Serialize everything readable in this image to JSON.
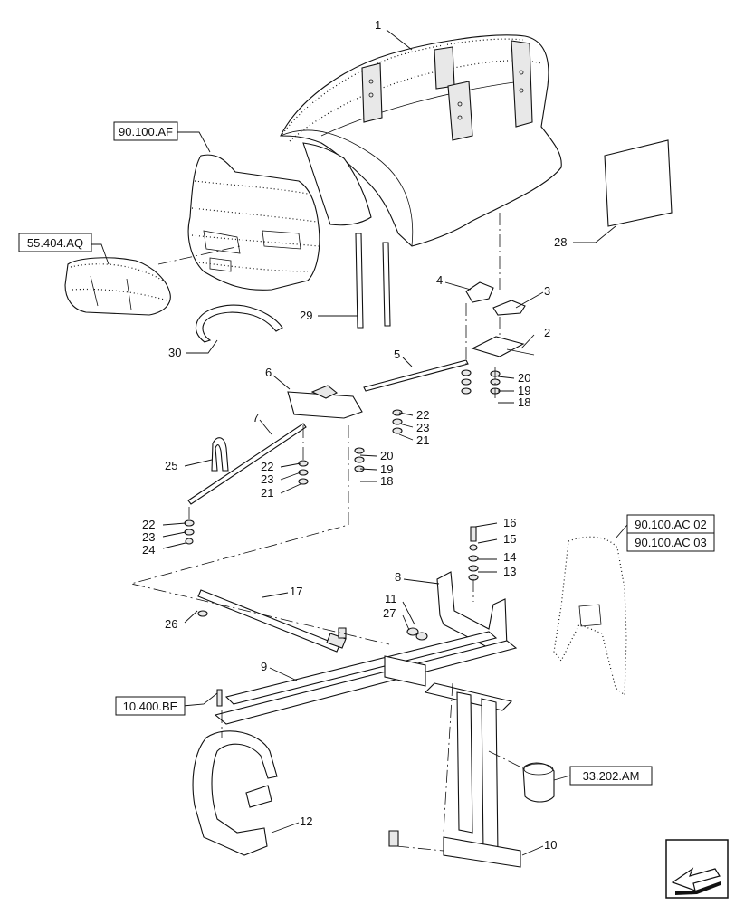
{
  "diagram": {
    "callouts": [
      {
        "id": "c1",
        "label": "1"
      },
      {
        "id": "c2",
        "label": "2"
      },
      {
        "id": "c3",
        "label": "3"
      },
      {
        "id": "c4",
        "label": "4"
      },
      {
        "id": "c5",
        "label": "5"
      },
      {
        "id": "c6",
        "label": "6"
      },
      {
        "id": "c7",
        "label": "7"
      },
      {
        "id": "c8",
        "label": "8"
      },
      {
        "id": "c9",
        "label": "9"
      },
      {
        "id": "c10",
        "label": "10"
      },
      {
        "id": "c11",
        "label": "11"
      },
      {
        "id": "c12",
        "label": "12"
      },
      {
        "id": "c13",
        "label": "13"
      },
      {
        "id": "c14",
        "label": "14"
      },
      {
        "id": "c15",
        "label": "15"
      },
      {
        "id": "c16",
        "label": "16"
      },
      {
        "id": "c17",
        "label": "17"
      },
      {
        "id": "c18a",
        "label": "18"
      },
      {
        "id": "c18b",
        "label": "18"
      },
      {
        "id": "c19a",
        "label": "19"
      },
      {
        "id": "c19b",
        "label": "19"
      },
      {
        "id": "c20a",
        "label": "20"
      },
      {
        "id": "c20b",
        "label": "20"
      },
      {
        "id": "c21a",
        "label": "21"
      },
      {
        "id": "c21b",
        "label": "21"
      },
      {
        "id": "c22a",
        "label": "22"
      },
      {
        "id": "c22b",
        "label": "22"
      },
      {
        "id": "c22c",
        "label": "22"
      },
      {
        "id": "c23a",
        "label": "23"
      },
      {
        "id": "c23b",
        "label": "23"
      },
      {
        "id": "c23c",
        "label": "23"
      },
      {
        "id": "c24",
        "label": "24"
      },
      {
        "id": "c25",
        "label": "25"
      },
      {
        "id": "c26",
        "label": "26"
      },
      {
        "id": "c27",
        "label": "27"
      },
      {
        "id": "c28",
        "label": "28"
      },
      {
        "id": "c29",
        "label": "29"
      },
      {
        "id": "c30",
        "label": "30"
      }
    ],
    "references": [
      {
        "id": "r1",
        "label": "90.100.AF"
      },
      {
        "id": "r2",
        "label": "55.404.AQ"
      },
      {
        "id": "r3",
        "label": "90.100.AC 02"
      },
      {
        "id": "r4",
        "label": "90.100.AC 03"
      },
      {
        "id": "r5",
        "label": "10.400.BE"
      },
      {
        "id": "r6",
        "label": "33.202.AM"
      }
    ],
    "nav_icon": "arrow-icon"
  }
}
